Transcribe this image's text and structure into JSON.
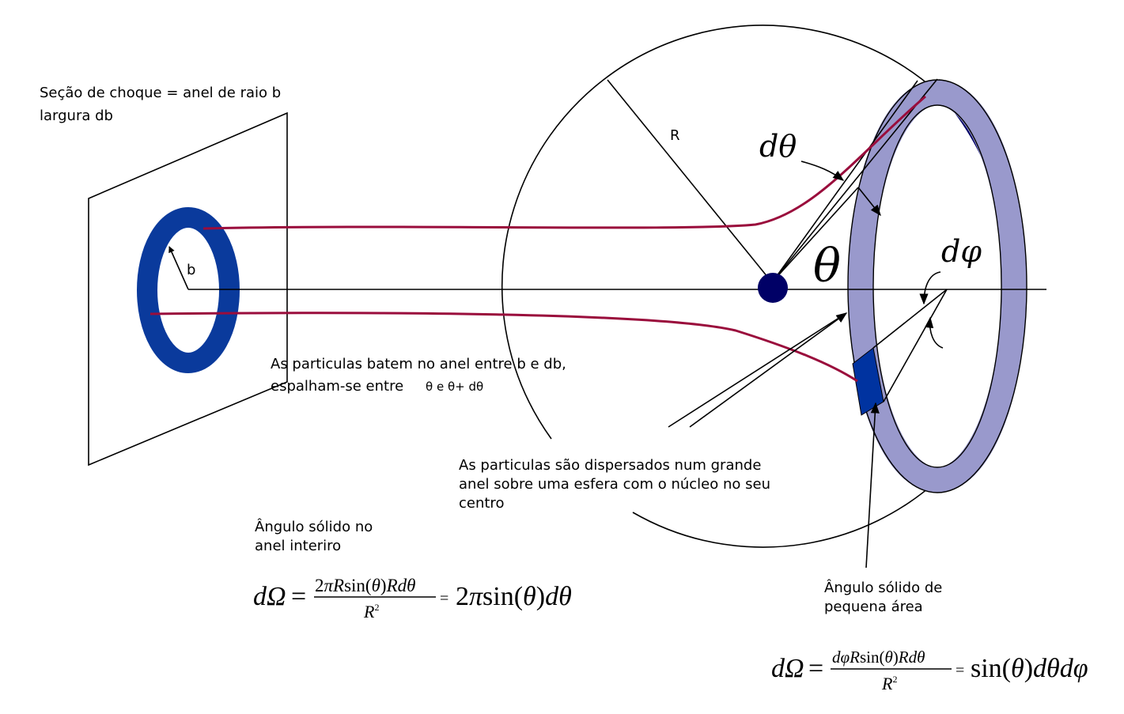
{
  "labels": {
    "cross_section_line1": "Seção de choque = anel de raio b",
    "cross_section_line2": "largura db",
    "b": "b",
    "R": "R",
    "d_theta": "dθ",
    "theta": "θ",
    "d_phi": "dφ",
    "particles_hit_line1": "As particulas batem no anel entre b e db,",
    "particles_hit_line2": "espalham-se entre",
    "theta_range": "θ e θ+ dθ",
    "dispersed_line1": "As particulas são dispersados num grande",
    "dispersed_line2": "anel sobre uma esfera com o núcleo no seu",
    "dispersed_line3": "centro",
    "solid_angle_ring_line1": "Ângulo sólido no",
    "solid_angle_ring_line2": "anel interiro",
    "solid_angle_small_line1": "Ângulo sólido de",
    "solid_angle_small_line2": "pequena área"
  },
  "formula_ring": {
    "lhs": "dΩ",
    "eq": "=",
    "num_coef": "2",
    "num_pi": "π",
    "num_R1": "R",
    "num_sin": "sin(",
    "num_theta": "θ",
    "num_close": ")",
    "num_R2": "R",
    "num_d": "d",
    "num_theta2": "θ",
    "den_R": "R",
    "den_exp": "2",
    "eq2": "=",
    "rhs_coef": "2",
    "rhs_pi": "π",
    "rhs_sin": "sin(",
    "rhs_theta": "θ",
    "rhs_close": ")",
    "rhs_d": "d",
    "rhs_theta2": "θ"
  },
  "formula_small": {
    "lhs": "dΩ",
    "eq": "=",
    "num_d": "d",
    "num_phi": "φ",
    "num_R1": "R",
    "num_sin": "sin(",
    "num_theta": "θ",
    "num_close": ")",
    "num_R2": "R",
    "num_d2": "d",
    "num_theta2": "θ",
    "den_R": "R",
    "den_exp": "2",
    "eq2": "=",
    "rhs_sin": "sin(",
    "rhs_theta": "θ",
    "rhs_close": ")",
    "rhs_d1": "d",
    "rhs_theta2": "θ",
    "rhs_d2": "d",
    "rhs_phi": "φ"
  },
  "colors": {
    "ring_blue": "#0a3a9c",
    "trajectory": "#9a0d3c",
    "band_lavender": "#9999cc",
    "band_dark": "#000066",
    "patch_blue": "#0033a0",
    "nucleus": "#000066"
  }
}
